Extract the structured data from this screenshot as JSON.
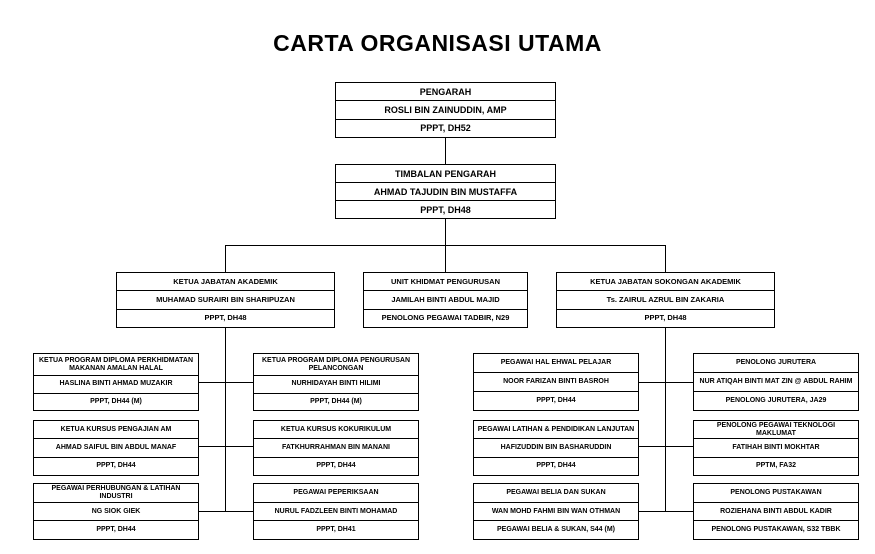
{
  "title": "CARTA ORGANISASI UTAMA",
  "pengarah": [
    "PENGARAH",
    "ROSLI BIN ZAINUDDIN, AMP",
    "PPPT, DH52"
  ],
  "timbalan": [
    "TIMBALAN PENGARAH",
    "AHMAD TAJUDIN BIN MUSTAFFA",
    "PPPT, DH48"
  ],
  "akademik": [
    "KETUA JABATAN AKADEMIK",
    "MUHAMAD SURAIRI BIN SHARIPUZAN",
    "PPPT, DH48"
  ],
  "khidmat": [
    "UNIT KHIDMAT PENGURUSAN",
    "JAMILAH BINTI ABDUL MAJID",
    "PENOLONG PEGAWAI TADBIR, N29"
  ],
  "sokongan": [
    "KETUA JABATAN SOKONGAN AKADEMIK",
    "Ts. ZAIRUL AZRUL BIN ZAKARIA",
    "PPPT, DH48"
  ],
  "a1": [
    "KETUA PROGRAM DIPLOMA PERKHIDMATAN MAKANAN AMALAN HALAL",
    "HASLINA BINTI AHMAD MUZAKIR",
    "PPPT, DH44 (M)"
  ],
  "a2": [
    "KETUA KURSUS PENGAJIAN AM",
    "AHMAD SAIFUL BIN ABDUL MANAF",
    "PPPT, DH44"
  ],
  "a3": [
    "PEGAWAI PERHUBUNGAN & LATIHAN INDUSTRI",
    "NG SIOK GIEK",
    "PPPT, DH44"
  ],
  "b1": [
    "KETUA PROGRAM DIPLOMA PENGURUSAN PELANCONGAN",
    "NURHIDAYAH BINTI HILIMI",
    "PPPT, DH44 (M)"
  ],
  "b2": [
    "KETUA KURSUS KOKURIKULUM",
    "FATKHURRAHMAN BIN MANANI",
    "PPPT, DH44"
  ],
  "b3": [
    "PEGAWAI PEPERIKSAAN",
    "NURUL FADZLEEN BINTI MOHAMAD",
    "PPPT, DH41"
  ],
  "c1": [
    "PEGAWAI HAL EHWAL PELAJAR",
    "NOOR FARIZAN BINTI BASROH",
    "PPPT, DH44"
  ],
  "c2": [
    "PEGAWAI LATIHAN & PENDIDIKAN LANJUTAN",
    "HAFIZUDDIN BIN BASHARUDDIN",
    "PPPT, DH44"
  ],
  "c3": [
    "PEGAWAI BELIA DAN SUKAN",
    "WAN MOHD FAHMI BIN WAN OTHMAN",
    "PEGAWAI BELIA & SUKAN, S44 (M)"
  ],
  "d1": [
    "PENOLONG JURUTERA",
    "NUR ATIQAH BINTI MAT ZIN @ ABDUL RAHIM",
    "PENOLONG JURUTERA, JA29"
  ],
  "d2": [
    "PENOLONG PEGAWAI TEKNOLOGI MAKLUMAT",
    "FATIHAH BINTI MOKHTAR",
    "PPTM, FA32"
  ],
  "d3": [
    "PENOLONG PUSTAKAWAN",
    "ROZIEHANA BINTI ABDUL KADIR",
    "PENOLONG PUSTAKAWAN, S32 TBBK"
  ]
}
